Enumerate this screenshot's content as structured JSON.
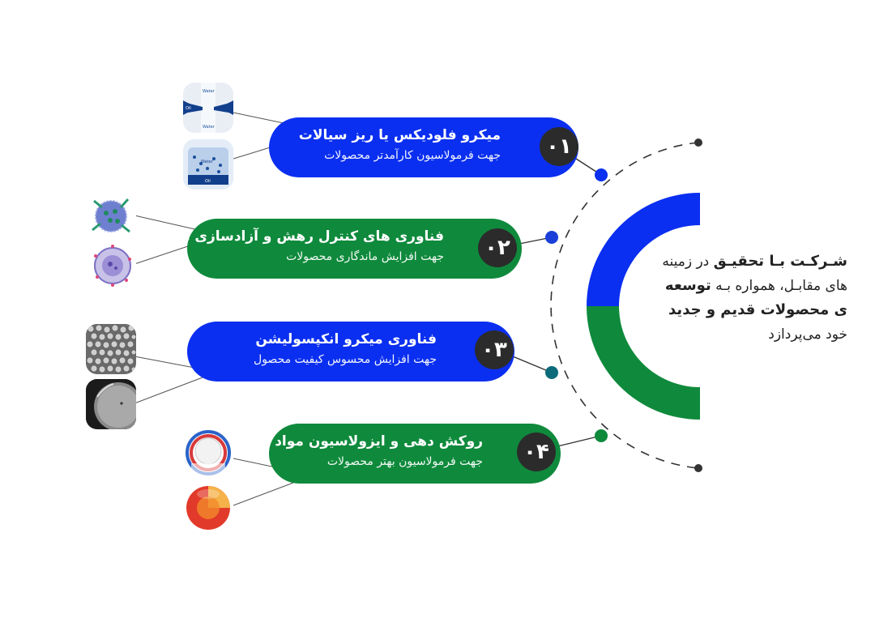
{
  "colors": {
    "blue": "#0a2ff0",
    "green": "#0f8a3c",
    "teal": "#0c6b7a",
    "dark": "#2b2b2b"
  },
  "items": [
    {
      "number": "۰۱",
      "title": "میکرو فلودیکس یا ریز سیالات",
      "subtitle": "جهت فرمولاسیون کارآمدتر محصولات",
      "color": "blue"
    },
    {
      "number": "۰۲",
      "title": "فناوری های کنترل رهش و آزادسازی هسته",
      "subtitle": "جهت افزایش ماندگاری محصولات",
      "color": "green"
    },
    {
      "number": "۰۳",
      "title": "فناوری میکرو انکپسولیشن",
      "subtitle": "جهت افزایش محسوس کیفیت محصول",
      "color": "blue"
    },
    {
      "number": "۰۴",
      "title": "روکش دهی و ایزولاسیون مواد اولیه",
      "subtitle": "جهت فرمولاسیون بهتر محصولات",
      "color": "green"
    }
  ],
  "thumbs": {
    "water_label": "Water",
    "oil_label": "Oil"
  },
  "center": {
    "part1_bold": "شـرکـت بـا تحقیـق",
    "part2": " در زمینه های مقابـل، همواره بـه ",
    "part3_bold": "توسعه ی محصولات قدیم و جدید",
    "part4": " خود می‌پردازد"
  }
}
